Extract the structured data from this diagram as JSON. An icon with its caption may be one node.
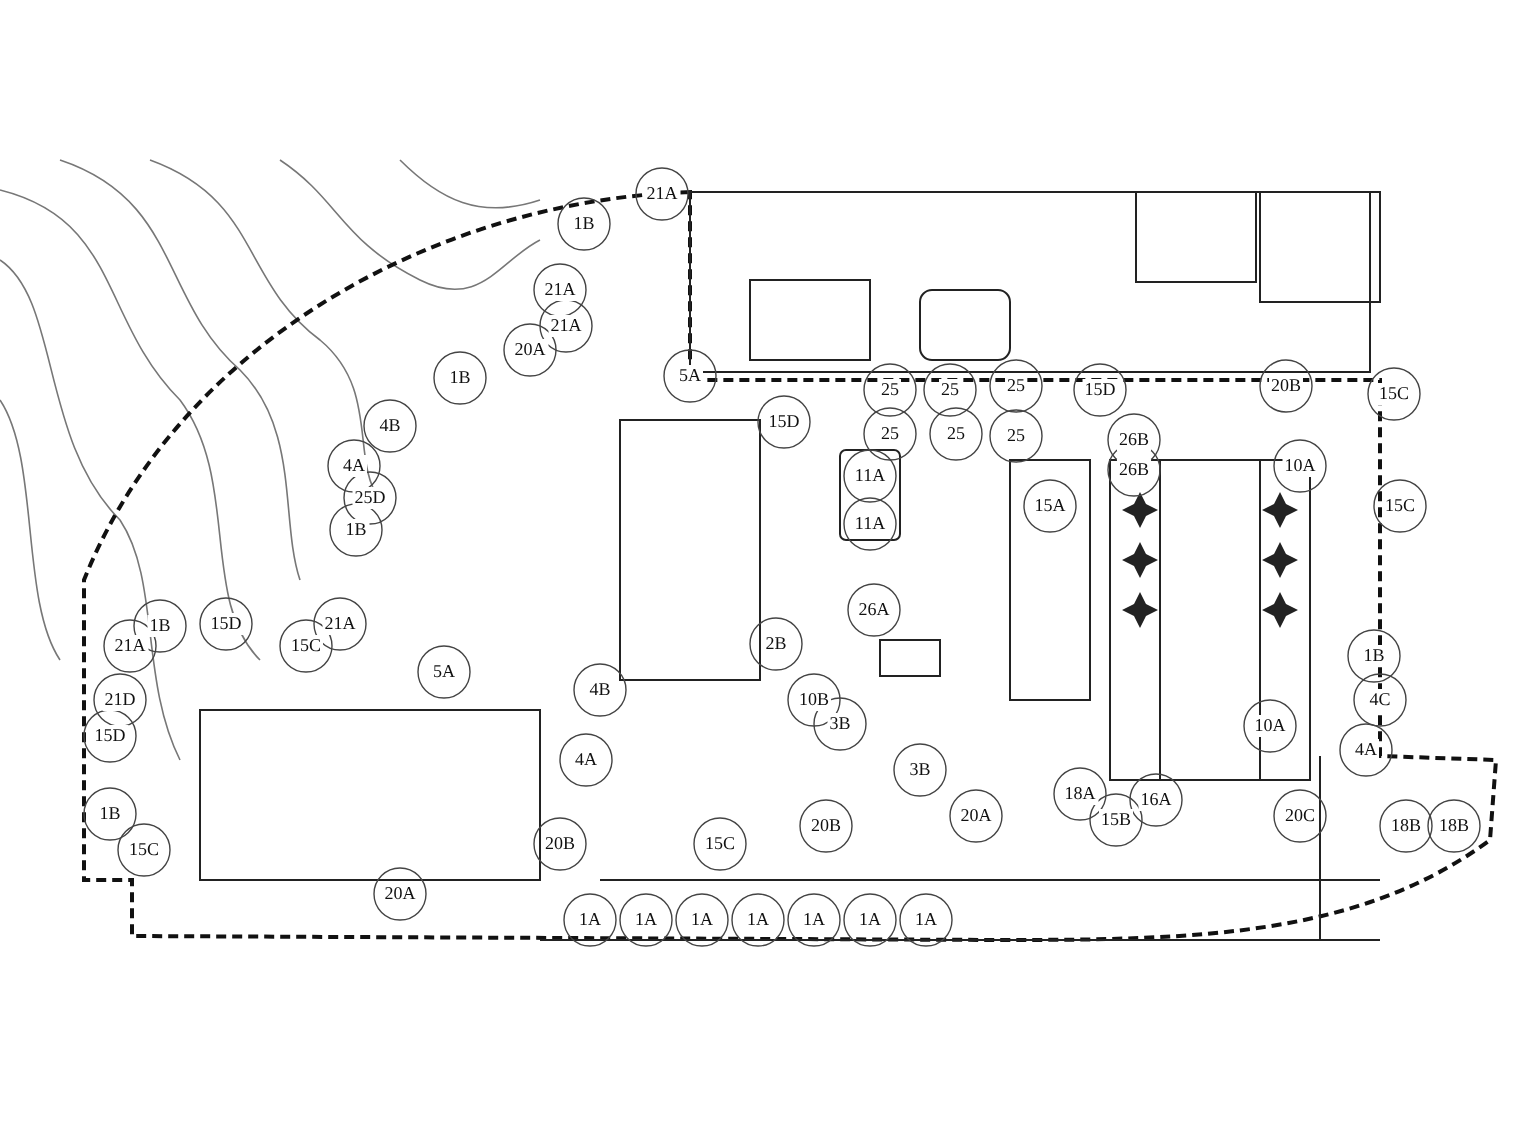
{
  "diagram": {
    "labels": [
      "21A",
      "1B",
      "21A",
      "21A",
      "20A",
      "5A",
      "1B",
      "20B",
      "25",
      "15D",
      "25",
      "25",
      "15C",
      "15D",
      "4B",
      "25",
      "25",
      "25",
      "26B",
      "4A",
      "11A",
      "10A",
      "26B",
      "25D",
      "15A",
      "15C",
      "11A",
      "1B",
      "26A",
      "1B",
      "15D",
      "21A",
      "2B",
      "21A",
      "15C",
      "1B",
      "5A",
      "4B",
      "21D",
      "10B",
      "4C",
      "3B",
      "10A",
      "4A",
      "15D",
      "4A",
      "3B",
      "18A",
      "16A",
      "1B",
      "15B",
      "20A",
      "20C",
      "18B",
      "18B",
      "20B",
      "20B",
      "15C",
      "15C",
      "20A",
      "1A",
      "1A",
      "1A",
      "1A",
      "1A",
      "1A",
      "1A"
    ]
  }
}
